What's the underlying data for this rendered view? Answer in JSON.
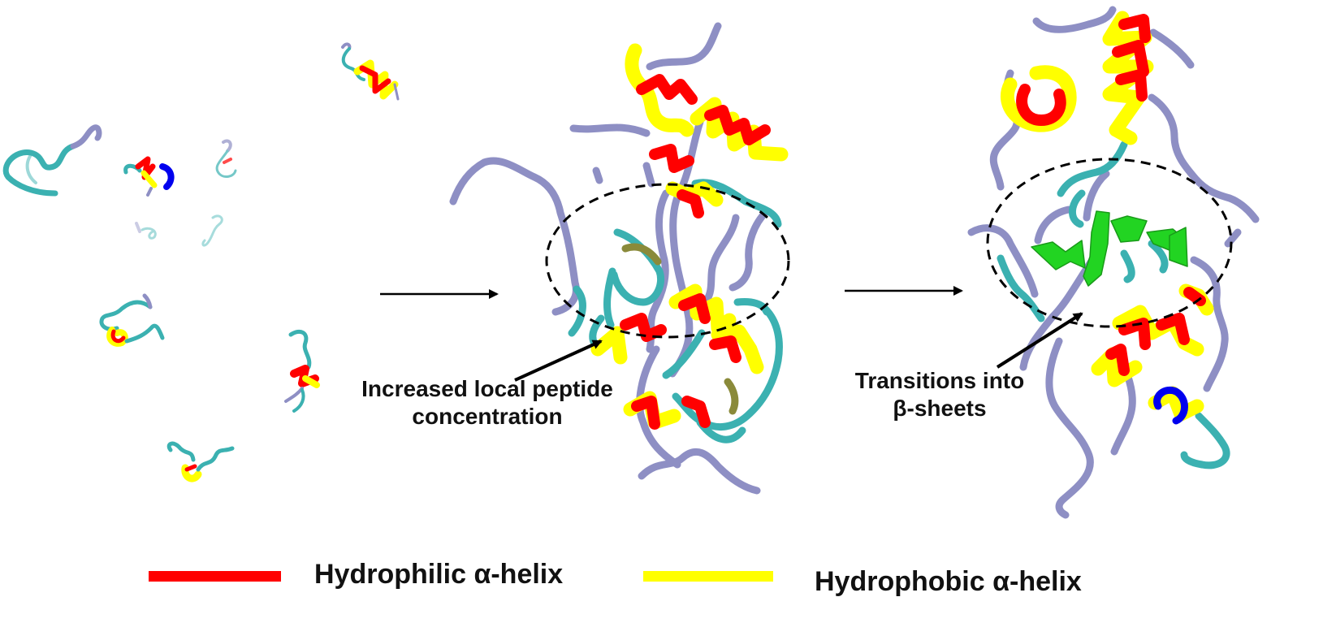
{
  "annotations": {
    "aggregation": "Increased local peptide\nconcentration",
    "transition": "Transitions into\nβ-sheets"
  },
  "legend": {
    "items": [
      {
        "label": "Hydrophilic α-helix",
        "color": "#ff0000"
      },
      {
        "label": "Hydrophobic α-helix",
        "color": "#ffff00"
      }
    ]
  },
  "colors": {
    "coil": "#8e8fc4",
    "turn": "#3bb1b1",
    "hydrophilic_helix": "#ff0000",
    "hydrophobic_helix": "#ffff00",
    "beta_sheet": "#22d422",
    "three_ten_helix": "#0000ee"
  }
}
